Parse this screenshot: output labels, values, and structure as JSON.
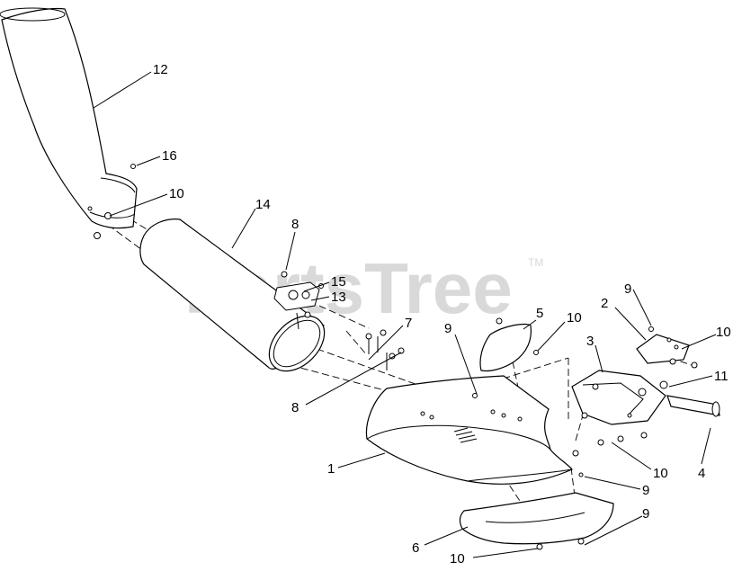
{
  "watermark": {
    "text": "PartsTree",
    "tm": "TM"
  },
  "callouts": [
    {
      "id": "c12",
      "text": "12"
    },
    {
      "id": "c16",
      "text": "16"
    },
    {
      "id": "c10a",
      "text": "10"
    },
    {
      "id": "c14",
      "text": "14"
    },
    {
      "id": "c8a",
      "text": "8"
    },
    {
      "id": "c15",
      "text": "15"
    },
    {
      "id": "c13",
      "text": "13"
    },
    {
      "id": "c7",
      "text": "7"
    },
    {
      "id": "c8b",
      "text": "8"
    },
    {
      "id": "c9a",
      "text": "9"
    },
    {
      "id": "c5",
      "text": "5"
    },
    {
      "id": "c10b",
      "text": "10"
    },
    {
      "id": "c2",
      "text": "2"
    },
    {
      "id": "c9b",
      "text": "9"
    },
    {
      "id": "c3",
      "text": "3"
    },
    {
      "id": "c10c",
      "text": "10"
    },
    {
      "id": "c11",
      "text": "11"
    },
    {
      "id": "c1",
      "text": "1"
    },
    {
      "id": "c10d",
      "text": "10"
    },
    {
      "id": "c4",
      "text": "4"
    },
    {
      "id": "c9c",
      "text": "9"
    },
    {
      "id": "c9d",
      "text": "9"
    },
    {
      "id": "c6",
      "text": "6"
    },
    {
      "id": "c10e",
      "text": "10"
    }
  ]
}
